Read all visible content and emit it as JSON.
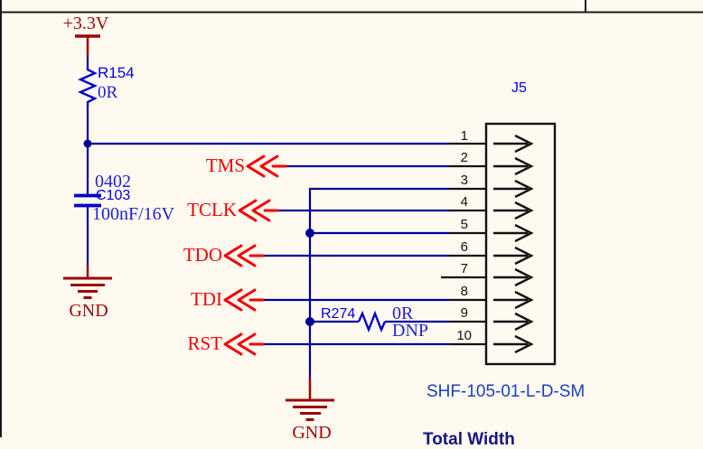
{
  "colors": {
    "background": "#FFFAF0",
    "wire": "#00009B",
    "power_symbol": "#9B0505",
    "net_label": "#F40000",
    "designator_text": "#0000E6",
    "value_text": "#2222CC",
    "part_number_text": "#1C3FBF",
    "connector_black": "#111111"
  },
  "power": {
    "rail": "+3.3V",
    "ground1": "GND",
    "ground2": "GND"
  },
  "components": {
    "r154": {
      "ref": "R154",
      "value": "0R"
    },
    "c103": {
      "footprint": "0402",
      "ref": "C103",
      "value": "100nF/16V"
    },
    "r274": {
      "ref": "R274",
      "value": "0R",
      "note": "DNP"
    },
    "j5": {
      "ref": "J5",
      "part_number": "SHF-105-01-L-D-SM",
      "pins": [
        "1",
        "2",
        "3",
        "4",
        "5",
        "6",
        "7",
        "8",
        "9",
        "10"
      ]
    }
  },
  "nets": [
    "TMS",
    "TCLK",
    "TDO",
    "TDI",
    "RST"
  ],
  "bottom_clipped_text": "Total Width"
}
